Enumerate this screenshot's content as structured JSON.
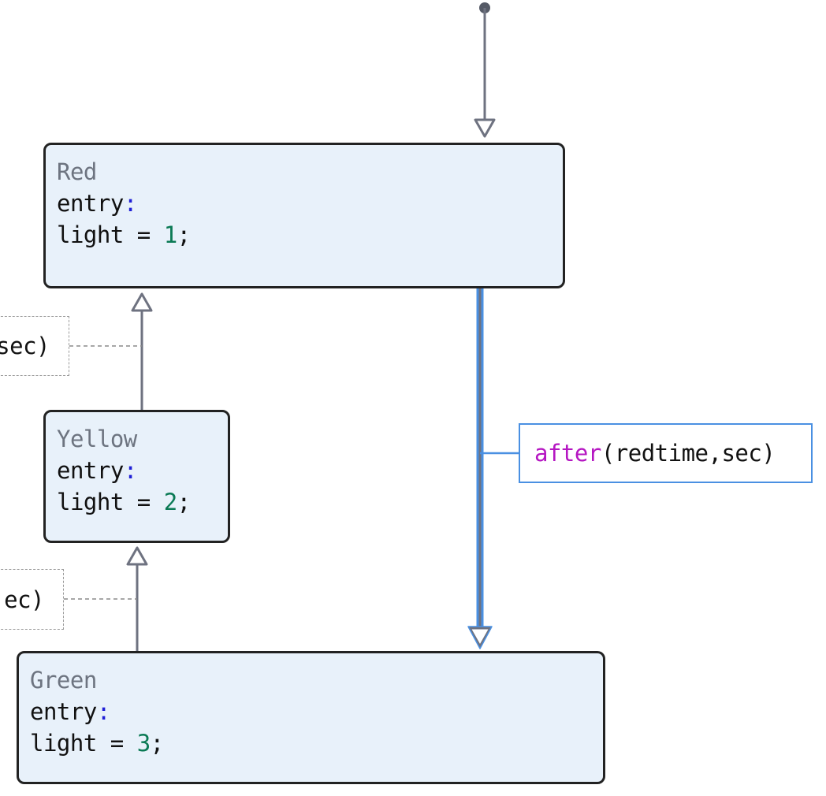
{
  "states": [
    {
      "id": "red",
      "name": "Red",
      "entry_keyword": "entry",
      "colon": ":",
      "action_var": "light",
      "action_op": " = ",
      "action_value": "1",
      "action_end": ";"
    },
    {
      "id": "yellow",
      "name": "Yellow",
      "entry_keyword": "entry",
      "colon": ":",
      "action_var": "light",
      "action_op": " = ",
      "action_value": "2",
      "action_end": ";"
    },
    {
      "id": "green",
      "name": "Green",
      "entry_keyword": "entry",
      "colon": ":",
      "action_var": "light",
      "action_op": " = ",
      "action_value": "3",
      "action_end": ";"
    }
  ],
  "transitions": [
    {
      "from": "red",
      "to": "green",
      "label_fn": "after",
      "label_args": "(redtime,sec)",
      "selected": true
    },
    {
      "from": "yellow",
      "to": "red",
      "label_visible": "sec)",
      "selected": false
    },
    {
      "from": "green",
      "to": "yellow",
      "label_visible": "ec)",
      "selected": false
    }
  ],
  "colors": {
    "state_fill": "#e8f1fa",
    "state_border": "#222222",
    "state_name": "#6d7480",
    "edge": "#6e7280",
    "selected_edge": "#4a90e2",
    "keyword": "#b516c2",
    "number": "#0b7a55",
    "colon": "#1f1fd6"
  }
}
